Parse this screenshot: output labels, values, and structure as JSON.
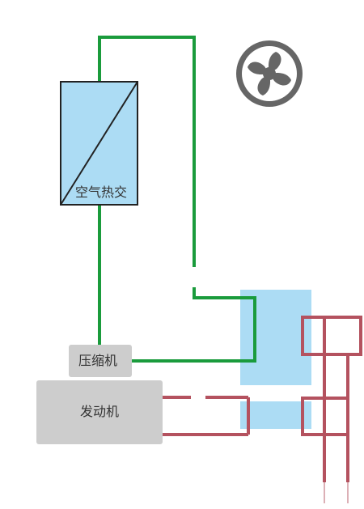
{
  "labels": {
    "heat_exchanger": "空气热交",
    "compressor": "压缩机",
    "engine": "发动机"
  },
  "icons": {
    "fan": "fan-icon"
  },
  "colors": {
    "refrigerant_line": "#1a9b3c",
    "coolant_line": "#b4525f",
    "exchanger_fill": "#acdcf4",
    "block_fill": "#cdcdcd",
    "fan": "#666666"
  }
}
